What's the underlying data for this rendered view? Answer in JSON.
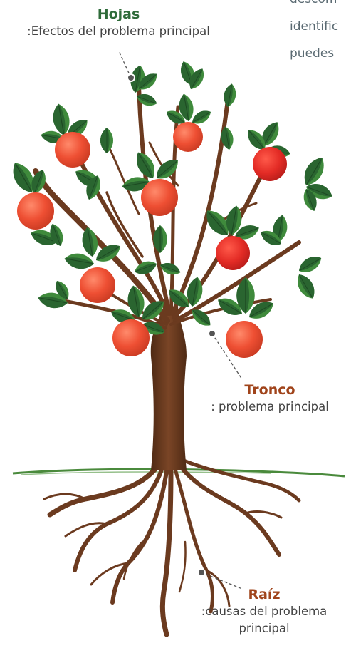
{
  "labels": {
    "hojas": {
      "title": "Hojas",
      "subtitle": ":Efectos del problema principal"
    },
    "tronco": {
      "title": "Tronco",
      "subtitle": ": problema principal"
    },
    "raiz": {
      "title": "Raíz",
      "subtitle_line1": ":causas del problema",
      "subtitle_line2": "principal"
    }
  },
  "cutoff_text": {
    "line1": "descom",
    "line2": "identific",
    "line3": "puedes"
  },
  "colors": {
    "leaf": "#3d7d3b",
    "leaf_dark": "#1f4f25",
    "fruit": "#e8452c",
    "trunk": "#6b3a1f",
    "ground": "#4a8a3c",
    "hojas_title": "#2f6b3a",
    "tronco_title": "#a0441b"
  }
}
